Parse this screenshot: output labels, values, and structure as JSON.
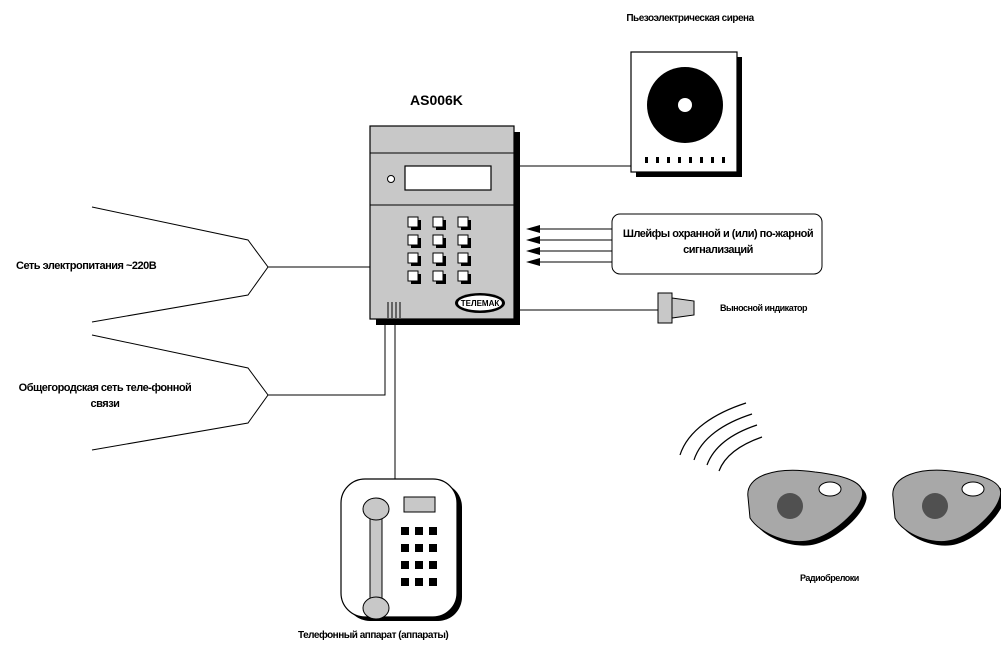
{
  "diagram": {
    "device_model": "AS006K",
    "siren_label": "Пьезоэлектрическая сирена",
    "power_label": "Сеть электропитания ~220В",
    "phone_network_label": "Общегородская сеть теле-фонной связи",
    "loops_label": "Шлейфы охранной и (или) по-жарной сигнализаций",
    "indicator_label": "Выносной индикатор",
    "fobs_label": "Радиобрелоки",
    "phone_label": "Телефонный аппарат (аппараты)",
    "brand_badge": "ТЕЛЕМАК"
  },
  "colors": {
    "panel_fill": "#c8c8c8",
    "fob_fill": "#a8a8a8",
    "fob_hole": "#505050",
    "line": "#000000",
    "background": "#ffffff"
  }
}
